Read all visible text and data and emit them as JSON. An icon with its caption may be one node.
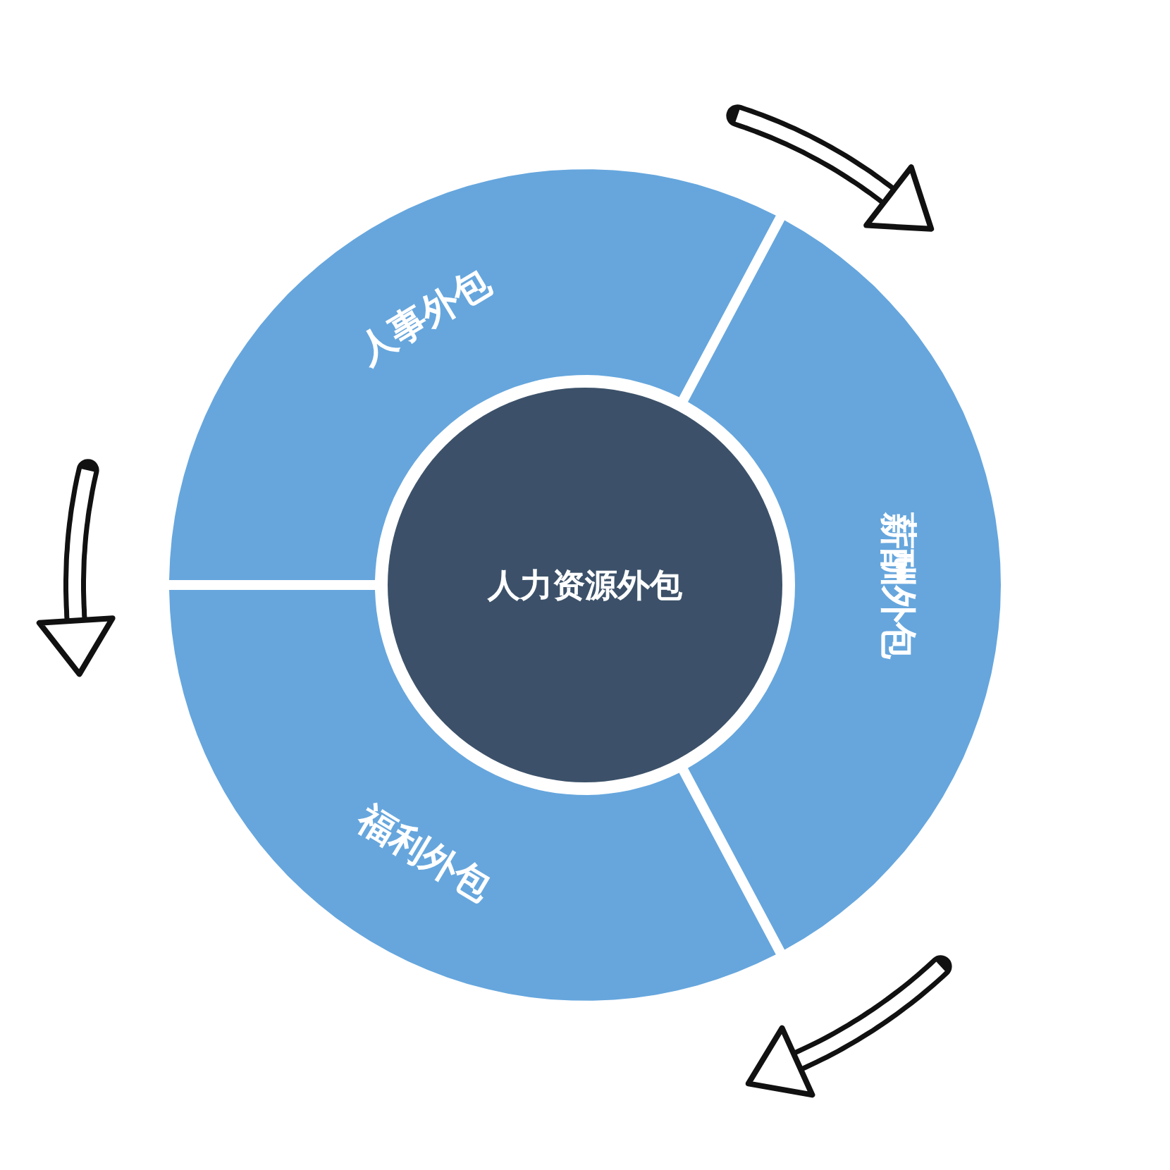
{
  "diagram": {
    "nodes": [
      {
        "text": [
          "人事外包"
        ]
      },
      {
        "text": [
          "薪酬外包"
        ]
      },
      {
        "text": [
          "人力资源外包"
        ]
      },
      {
        "text": [
          "福利外包"
        ]
      }
    ]
  }
}
